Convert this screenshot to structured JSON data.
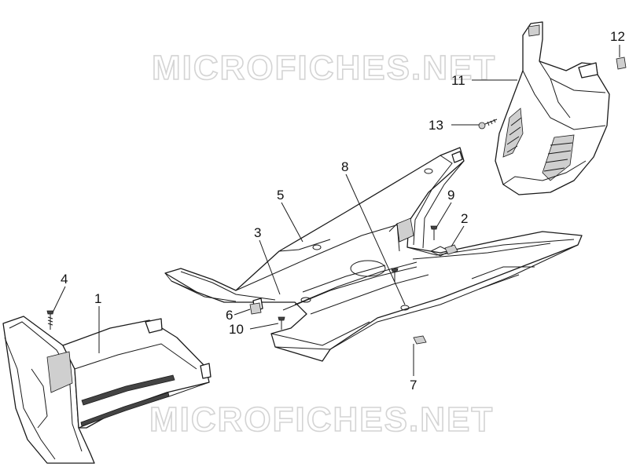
{
  "watermark": {
    "text": "MICROFICHES.NET"
  },
  "callouts": {
    "c1": "1",
    "c2": "2",
    "c3": "3",
    "c4": "4",
    "c5": "5",
    "c6": "6",
    "c7": "7",
    "c8": "8",
    "c9": "9",
    "c10": "10",
    "c11": "11",
    "c12": "12",
    "c13": "13"
  }
}
